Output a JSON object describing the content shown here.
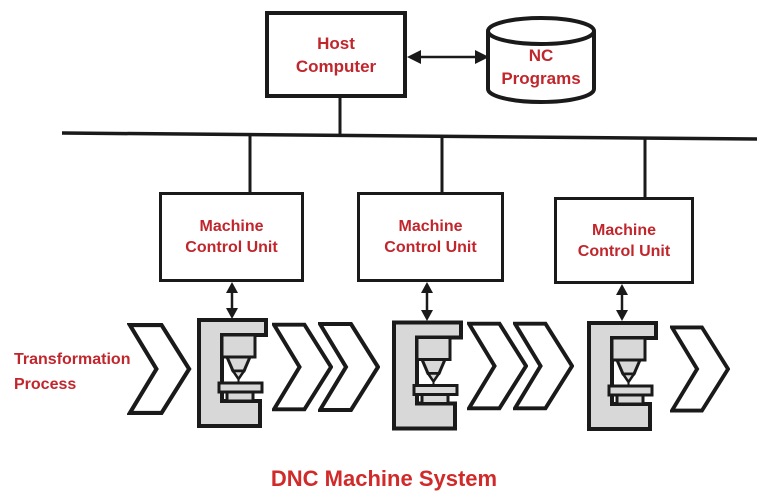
{
  "diagram": {
    "title": "DNC Machine System",
    "host_computer": {
      "line1": "Host",
      "line2": "Computer"
    },
    "nc_programs": {
      "line1": "NC",
      "line2": "Programs"
    },
    "mcu_units": [
      {
        "line1": "Machine",
        "line2": "Control Unit"
      },
      {
        "line1": "Machine",
        "line2": "Control Unit"
      },
      {
        "line1": "Machine",
        "line2": "Control Unit"
      }
    ],
    "transformation": {
      "line1": "Transformation",
      "line2": "Process"
    },
    "colors": {
      "label_red": "#c0262c",
      "title_red": "#d02a2a",
      "machine_gray": "#d8d8d8",
      "line_black": "#1a1a1a"
    },
    "icons": {
      "storage": "database-cylinder-icon",
      "machine": "cnc-machine-icon",
      "flow": "chevron-arrow-icon",
      "link": "double-headed-arrow-icon"
    }
  }
}
